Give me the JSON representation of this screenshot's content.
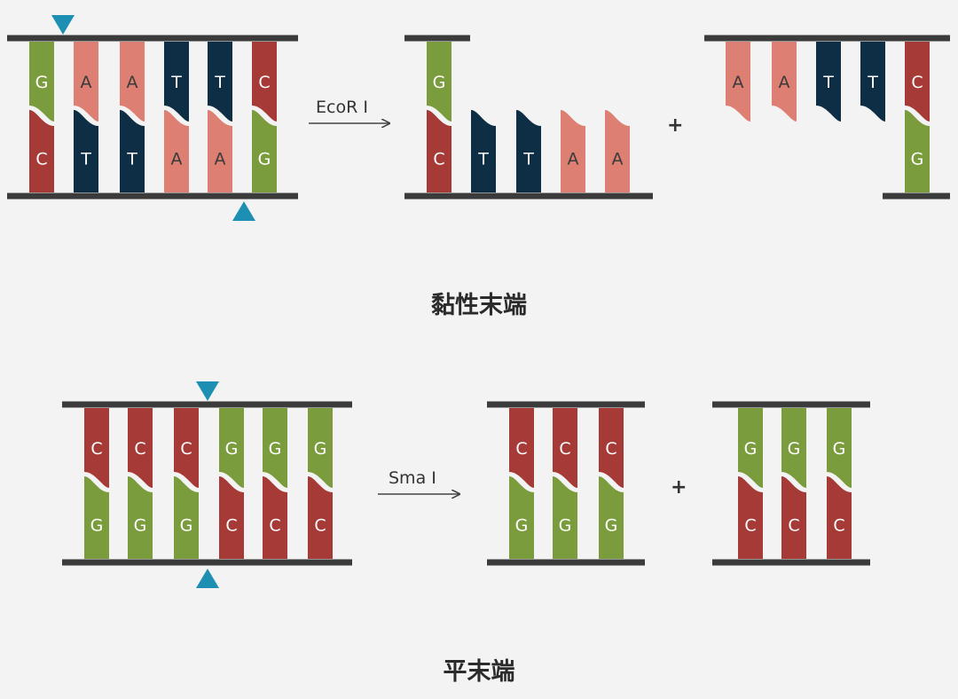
{
  "colors": {
    "A": "#dd7f72",
    "T": "#0e2e45",
    "G": "#7a9c3c",
    "C": "#a63a37",
    "backbone": "#3b3b3b",
    "cut_marker": "#1d8fb3",
    "arrow": "#444444"
  },
  "sticky": {
    "caption": "黏性末端",
    "enzyme": "EcoR Ⅰ",
    "plus": "+",
    "top_strand": [
      "G",
      "A",
      "A",
      "T",
      "T",
      "C"
    ],
    "bottom_strand": [
      "C",
      "T",
      "T",
      "A",
      "A",
      "G"
    ],
    "left_fragment": {
      "top": [
        "G"
      ],
      "bottom": [
        "C",
        "T",
        "T",
        "A",
        "A"
      ]
    },
    "right_fragment": {
      "top": [
        "A",
        "A",
        "T",
        "T",
        "C"
      ],
      "bottom": [
        "G"
      ]
    }
  },
  "blunt": {
    "caption": "平末端",
    "enzyme": "Sma Ⅰ",
    "plus": "+",
    "top_strand": [
      "C",
      "C",
      "C",
      "G",
      "G",
      "G"
    ],
    "bottom_strand": [
      "G",
      "G",
      "G",
      "C",
      "C",
      "C"
    ],
    "left_fragment": {
      "top": [
        "C",
        "C",
        "C"
      ],
      "bottom": [
        "G",
        "G",
        "G"
      ]
    },
    "right_fragment": {
      "top": [
        "G",
        "G",
        "G"
      ],
      "bottom": [
        "C",
        "C",
        "C"
      ]
    }
  }
}
